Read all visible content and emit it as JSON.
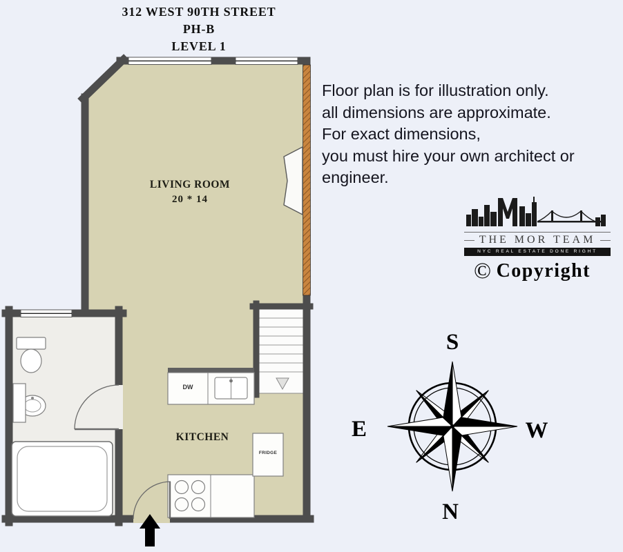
{
  "header": {
    "address": "312 WEST 90TH STREET",
    "unit": "PH-B",
    "level": "LEVEL 1"
  },
  "disclaimer": {
    "lines": [
      "Floor plan is for illustration only.",
      "all dimensions are approximate.",
      "For exact dimensions,",
      "you must hire your own architect or engineer."
    ]
  },
  "floor_plan": {
    "living_room_label": "LIVING ROOM",
    "living_room_dimensions": "20 * 14",
    "kitchen_label": "KITCHEN",
    "dishwasher_label": "DW",
    "fridge_label": "FRIDGE"
  },
  "branding": {
    "team_name": "THE MOR TEAM",
    "tagline": "NYC REAL ESTATE DONE RIGHT",
    "copyright_symbol": "©",
    "copyright_text": "Copyright"
  },
  "compass": {
    "north": "N",
    "south": "S",
    "east": "E",
    "west": "W"
  },
  "colors": {
    "background": "#edf0f8",
    "floor": "#d7d3b3",
    "bathroom_floor": "#efeeea",
    "wall": "#4d4d4d",
    "brick": "#c9853f",
    "text": "#15151f"
  }
}
